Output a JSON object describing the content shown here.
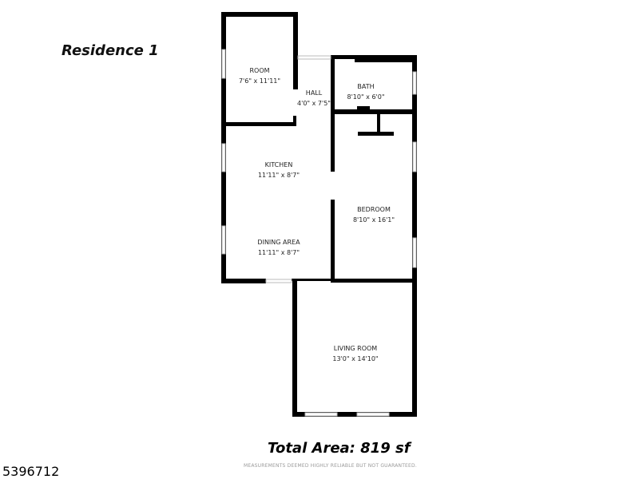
{
  "title": "Residence 1",
  "rooms": [
    {
      "name": "ROOM",
      "size": "7'6\" x 11'11\""
    },
    {
      "name": "HALL",
      "size": "4'0\" x 7'5\""
    },
    {
      "name": "BATH",
      "size": "8'10\" x 6'0\""
    },
    {
      "name": "KITCHEN",
      "size": "11'11\" x 8'7\""
    },
    {
      "name": "BEDROOM",
      "size": "8'10\" x 16'1\""
    },
    {
      "name": "DINING AREA",
      "size": "11'11\" x 8'7\""
    },
    {
      "name": "LIVING ROOM",
      "size": "13'0\" x 14'10\""
    }
  ],
  "total_area": "Total Area: 819 sf",
  "disclaimer": "MEASUREMENTS DEEMED HIGHLY RELIABLE BUT NOT GUARANTEED.",
  "listing_id": "5396712"
}
